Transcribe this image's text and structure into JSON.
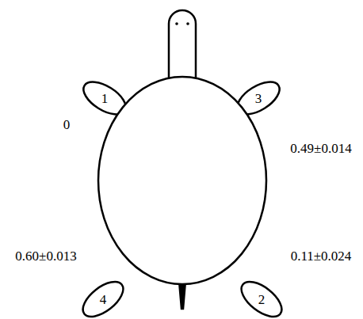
{
  "diagram": {
    "labels": [
      "1",
      "3",
      "0",
      "0.49±0.014",
      "0.60±0.013",
      "0.11±0.024",
      "4",
      "2"
    ]
  }
}
